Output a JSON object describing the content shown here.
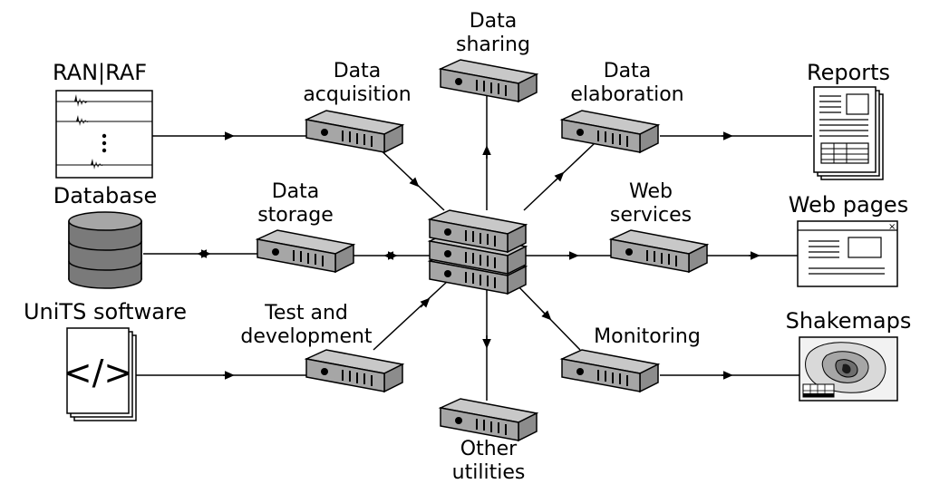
{
  "hub": {
    "label": ""
  },
  "nodes": {
    "data_sharing": {
      "line1": "Data",
      "line2": "sharing"
    },
    "data_acquisition": {
      "line1": "Data",
      "line2": "acquisition"
    },
    "data_elaboration": {
      "line1": "Data",
      "line2": "elaboration"
    },
    "data_storage": {
      "line1": "Data",
      "line2": "storage"
    },
    "web_services": {
      "line1": "Web",
      "line2": "services"
    },
    "test_development": {
      "line1": "Test and",
      "line2": "development"
    },
    "monitoring": {
      "line1": "Monitoring"
    },
    "other_utilities": {
      "line1": "Other",
      "line2": "utilities"
    }
  },
  "sources": {
    "ran_raf": {
      "label": "RAN|RAF",
      "icon": "seismogram-document-icon"
    },
    "database": {
      "label": "Database",
      "icon": "database-cylinder-icon"
    },
    "units_software": {
      "label": "UniTS software",
      "icon": "code-document-icon",
      "code_symbol": "</>"
    }
  },
  "outputs": {
    "reports": {
      "label": "Reports",
      "icon": "report-document-icon"
    },
    "web_pages": {
      "label": "Web pages",
      "icon": "browser-window-icon",
      "close_glyph": "×"
    },
    "shakemaps": {
      "label": "Shakemaps",
      "icon": "contour-map-icon"
    }
  },
  "colors": {
    "server_face": "#8c8c8c",
    "server_top": "#c8c8c8",
    "server_front": "#a6a6a6",
    "line": "#000000",
    "db_body": "#7a7a7a"
  }
}
